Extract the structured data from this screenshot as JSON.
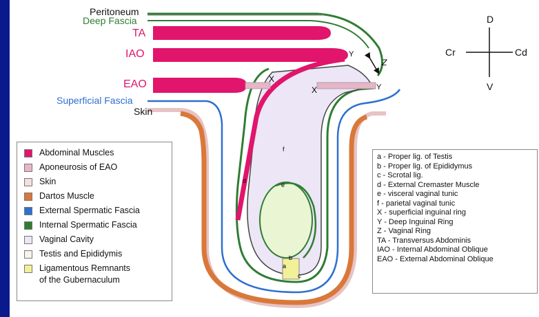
{
  "labels": {
    "peritoneum": "Peritoneum",
    "deep_fascia": "Deep Fascia",
    "ta": "TA",
    "iao": "IAO",
    "eao": "EAO",
    "superficial_fascia": "Superficial Fascia",
    "skin": "Skin",
    "x1": "X",
    "x2": "X",
    "y1": "Y",
    "y2": "Y",
    "z": "Z",
    "a": "a",
    "b": "b",
    "c": "c",
    "d": "d",
    "e": "e",
    "f": "f"
  },
  "orientation": {
    "d": "D",
    "v": "V",
    "cr": "Cr",
    "cd": "Cd"
  },
  "legend": [
    {
      "label": "Abdominal Muscles",
      "color": "#e0156b"
    },
    {
      "label": "Aponeurosis of EAO",
      "color": "#e8b4c8"
    },
    {
      "label": "Skin",
      "color": "#f4dede"
    },
    {
      "label": "Dartos Muscle",
      "color": "#d9783a"
    },
    {
      "label": "External Spermatic Fascia",
      "color": "#2f6fd1"
    },
    {
      "label": "Internal Spermatic Fascia",
      "color": "#2f7d32"
    },
    {
      "label": "Vaginal Cavity",
      "color": "#ece6f6"
    },
    {
      "label": "Testis and Epididymis",
      "color": "#f6f4ec"
    },
    {
      "label": "Ligamentous Remnants",
      "color": "#f2f098"
    },
    {
      "label": "of the Gubernaculum",
      "color": ""
    }
  ],
  "key": [
    "a - Proper lig. of Testis",
    "b - Proper lig. of Epididymus",
    "c - Scrotal lig.",
    "d - External Cremaster Muscle",
    "e - visceral vaginal tunic",
    "f - parietal vaginal tunic",
    "X - superficial inguinal ring",
    "Y - Deep Inguinal Ring",
    "Z - Vaginal Ring",
    "TA - Transversus Abdominis",
    "IAO - Internal Abdominal Oblique",
    "EAO - External Abdominal Oblique"
  ]
}
